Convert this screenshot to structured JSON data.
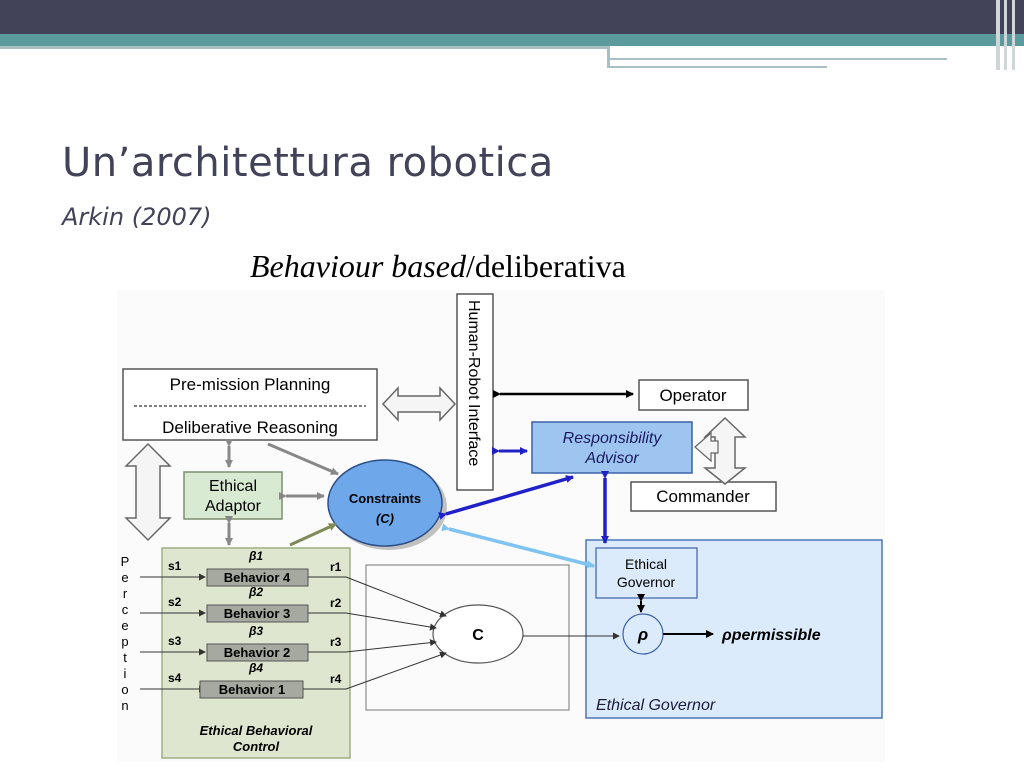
{
  "slide": {
    "title": "Un’architettura robotica",
    "subtitle": "Arkin (2007)",
    "caption_italic": "Behaviour based",
    "caption_plain": "/deliberativa"
  },
  "diagram": {
    "planning_top": "Pre-mission Planning",
    "planning_bottom": "Deliberative Reasoning",
    "hri": "Human-Robot Interface",
    "operator": "Operator",
    "responsibility_advisor": [
      "Responsibility",
      "Advisor"
    ],
    "commander": "Commander",
    "ethical_adaptor": [
      "Ethical",
      "Adaptor"
    ],
    "constraints": "Constraints",
    "constraints_symbol": "(C)",
    "ethical_governor_box": [
      "Ethical",
      "Governor"
    ],
    "ethical_governor_region": "Ethical Governor",
    "perception": [
      "P",
      "e",
      "r",
      "c",
      "e",
      "p",
      "t",
      "i",
      "o",
      "n"
    ],
    "behaviors": [
      "Behavior 4",
      "Behavior 3",
      "Behavior 2",
      "Behavior 1"
    ],
    "stimuli": [
      "s1",
      "s2",
      "s3",
      "s4"
    ],
    "responses": [
      "r1",
      "r2",
      "r3",
      "r4"
    ],
    "gains": [
      "β1",
      "β2",
      "β3",
      "β4"
    ],
    "coordination": "C",
    "rho": "ρ",
    "rho_permissible": "ρpermissible",
    "ebc_label": [
      "Ethical Behavioral",
      "Control"
    ],
    "colors": {
      "blue_box": "#9ec5f0",
      "governor_region": "#dcebfb",
      "ebc_region": "#dfe6cf",
      "adaptor_box": "#d8ead2",
      "constraints_fill": "#6ea8ea",
      "arrow_blue": "#2020c8",
      "arrow_light": "#7ec3f2"
    }
  }
}
